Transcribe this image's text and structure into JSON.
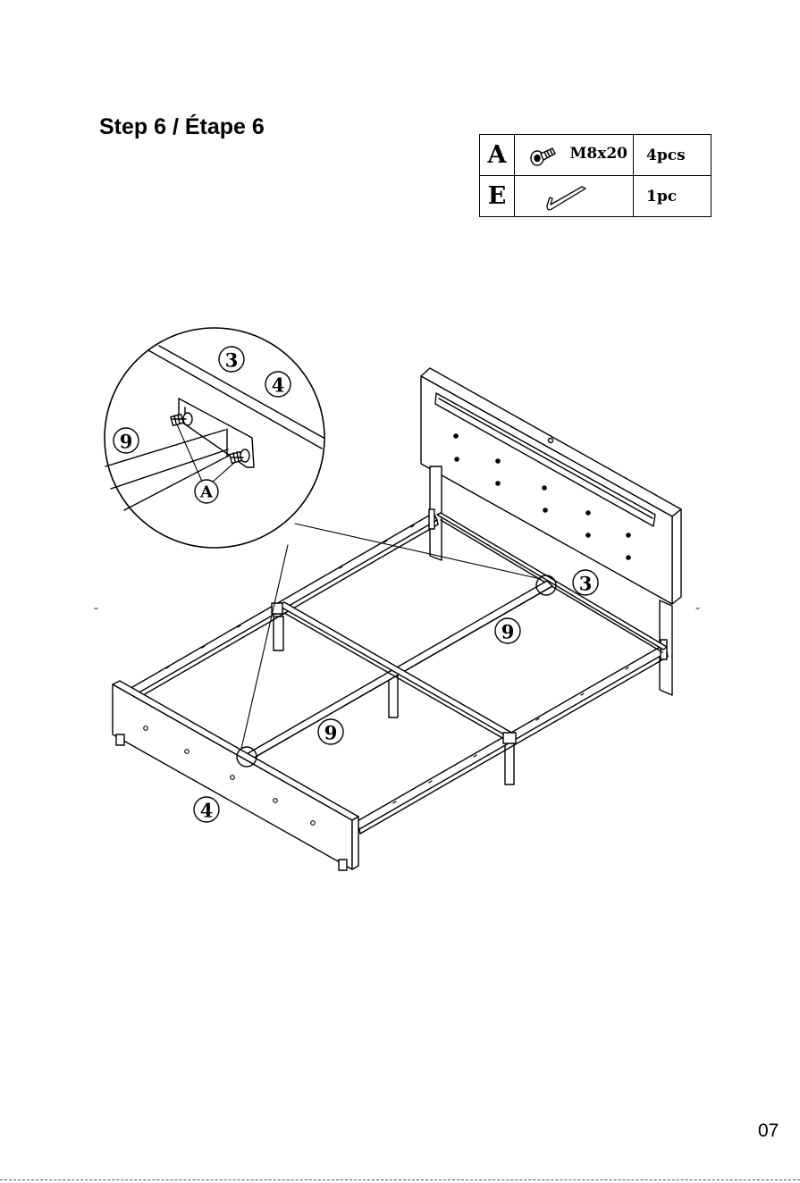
{
  "step": {
    "title": "Step 6 / Étape 6"
  },
  "parts": [
    {
      "letter": "A",
      "icon": "bolt-icon",
      "spec": "M8x20",
      "qty": "4pcs"
    },
    {
      "letter": "E",
      "icon": "allen-key-icon",
      "spec": "",
      "qty": "1pc"
    }
  ],
  "callouts": {
    "detail_3": "3",
    "detail_4": "4",
    "detail_9": "9",
    "detail_A": "A",
    "main_3": "3",
    "main_9_top": "9",
    "main_9_bottom": "9",
    "main_4": "4"
  },
  "page": {
    "number": "07"
  }
}
